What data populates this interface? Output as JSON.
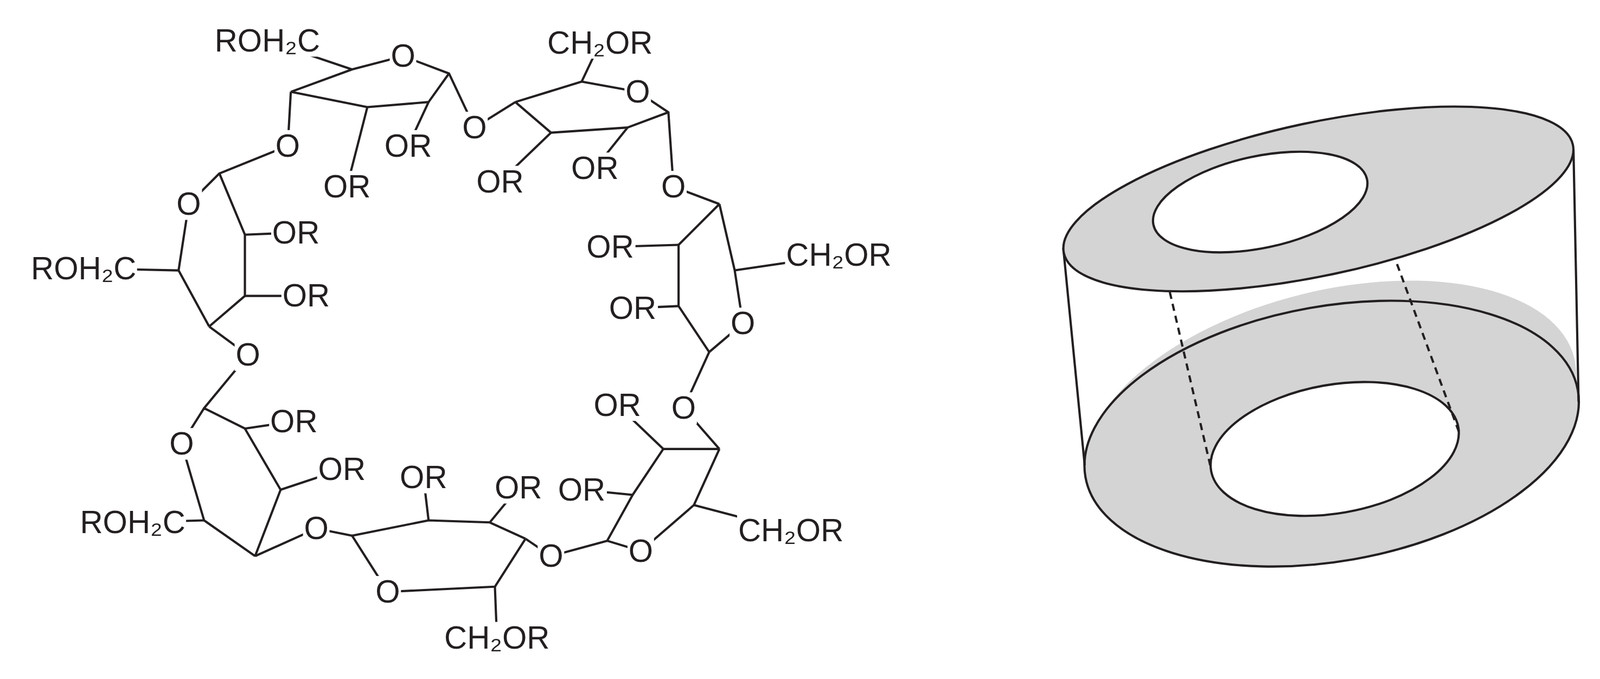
{
  "diagram": {
    "labels": [
      "ROH₂C",
      "O",
      "O",
      "OR",
      "OR",
      "O",
      "CH₂OR",
      "O",
      "OR",
      "OR",
      "O",
      "OR",
      "CH₂OR",
      "OR",
      "O",
      "O",
      "OR",
      "OR",
      "O",
      "CH₂OR",
      "O",
      "OR",
      "OR",
      "O",
      "CH₂OR",
      "O",
      "OR",
      "OR",
      "O",
      "ROH₂C",
      "O",
      "O",
      "OR",
      "OR",
      "ROH₂C"
    ]
  }
}
